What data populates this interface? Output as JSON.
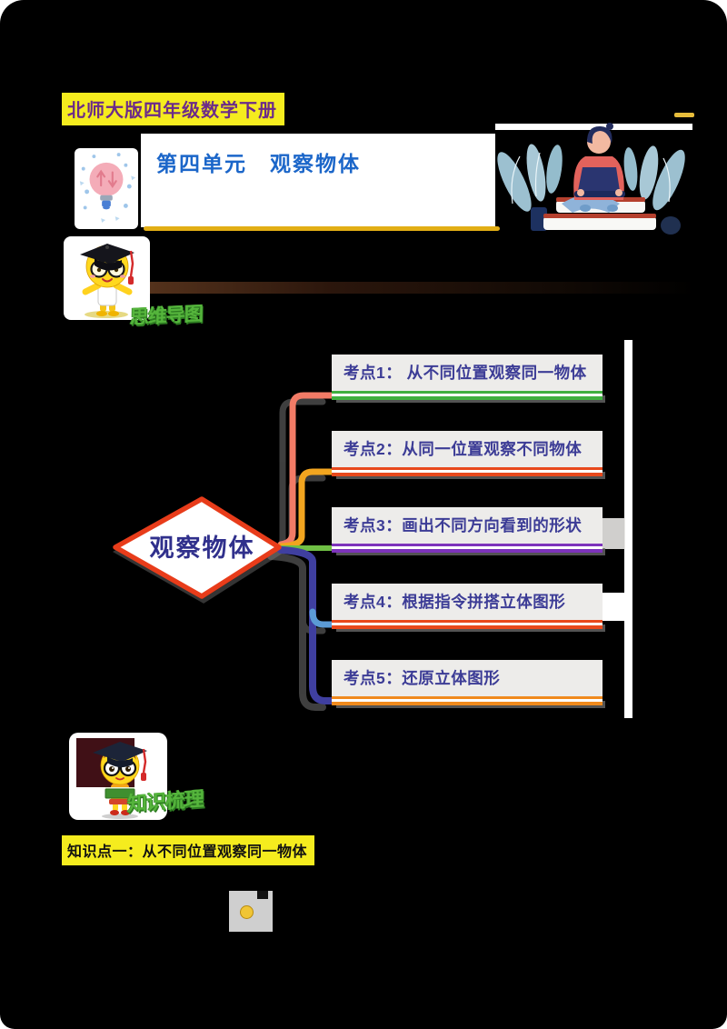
{
  "header": {
    "series_badge": "北师大版四年级数学下册",
    "unit_title": "第四单元　观察物体"
  },
  "wordart": {
    "mindmap_label": "思维导图",
    "knowledge_label": "知识梳理"
  },
  "mindmap": {
    "center_label": "观察物体",
    "nodes": [
      {
        "label": "考点1： 从不同位置观察同一物体",
        "underline_color": "#3faf3f",
        "connector_color": "#f27b66"
      },
      {
        "label": "考点2：从同一位置观察不同物体",
        "underline_color": "#e8491c",
        "connector_color": "#f2a51f"
      },
      {
        "label": "考点3：画出不同方向看到的形状",
        "underline_color": "#7d33bb",
        "connector_color": "#6fbf44"
      },
      {
        "label": "考点4：根据指令拼搭立体图形",
        "underline_color": "#e8491c",
        "connector_color": "#5b9bd5"
      },
      {
        "label": "考点5：还原立体图形",
        "underline_color": "#f08a1d",
        "connector_color": "#3f3fa0"
      }
    ]
  },
  "sections": {
    "knowledge_point_1": "知识点一：从不同位置观察同一物体"
  },
  "colors": {
    "page_background": "#000000",
    "highlight_yellow": "#f5ec1e",
    "badge_text_purple": "#6b2a8a",
    "unit_title_blue": "#1b66c9",
    "gold_rule": "#e2ae15",
    "wordart_green": "#55b53c",
    "topic_text_indigo": "#3c3c96",
    "topic_box_gray": "#edecea",
    "diamond_border_red": "#e83c1a",
    "diamond_text_indigo": "#30308c"
  },
  "icons": {
    "lightbulb": "pink lightbulb with sparkles",
    "reading_person": "person reading laptop on book stack with leaves",
    "scholar_boy": "yellow cartoon scholar with graduation cap",
    "scholar_girl": "yellow cartoon scholar girl holding books",
    "pencil_fragment": "small cropped icon"
  }
}
